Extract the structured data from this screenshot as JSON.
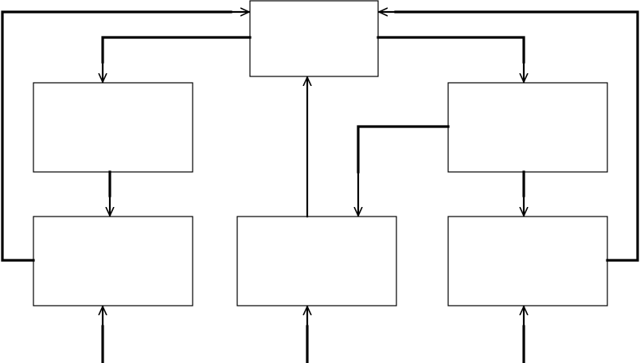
{
  "diagram": {
    "type": "block-diagram",
    "blocks": [
      {
        "id": "top-center",
        "label": ""
      },
      {
        "id": "upper-left",
        "label": ""
      },
      {
        "id": "upper-right",
        "label": ""
      },
      {
        "id": "lower-left",
        "label": ""
      },
      {
        "id": "lower-center",
        "label": ""
      },
      {
        "id": "lower-right",
        "label": ""
      }
    ],
    "connections": [
      {
        "from": "lower-left",
        "to": "top-center"
      },
      {
        "from": "lower-right",
        "to": "top-center"
      },
      {
        "from": "top-center",
        "to": "upper-left"
      },
      {
        "from": "top-center",
        "to": "upper-right"
      },
      {
        "from": "lower-center",
        "to": "top-center"
      },
      {
        "from": "upper-right",
        "to": "lower-center"
      },
      {
        "from": "upper-left",
        "to": "lower-left"
      },
      {
        "from": "upper-right",
        "to": "lower-right"
      },
      {
        "from": "external-input-left",
        "to": "lower-left"
      },
      {
        "from": "external-input-center",
        "to": "lower-center"
      },
      {
        "from": "external-input-right",
        "to": "lower-right"
      }
    ],
    "colors": {
      "line": "#000000",
      "background": "#ffffff"
    }
  }
}
